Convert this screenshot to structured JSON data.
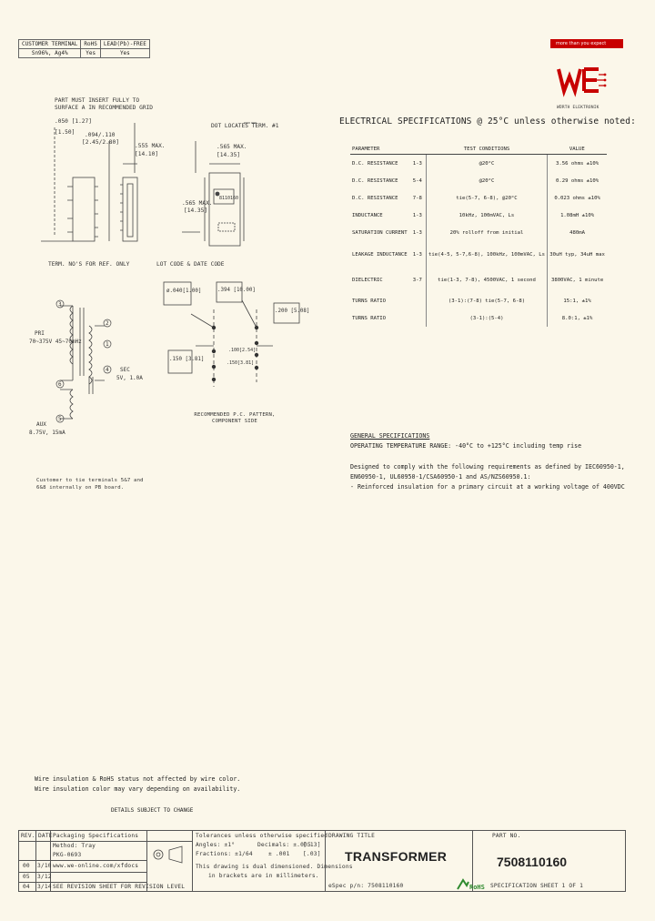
{
  "top_table": {
    "headers": [
      "CUSTOMER TERMINAL",
      "RoHS",
      "LEAD(Pb)-FREE"
    ],
    "values": [
      "Sn96%, Ag4%",
      "Yes",
      "Yes"
    ]
  },
  "brand": {
    "tagline": "more than you expect",
    "name": "WE",
    "subname": "WÜRTH ELEKTRONIK",
    "red": "#c80000"
  },
  "mech": {
    "note_insert": "PART MUST INSERT FULLY TO SURFACE A IN RECOMMENDED GRID",
    "dim_050": ".050 [1.27]",
    "dim_050b": "[1.50]",
    "dim_094": ".094/.110",
    "dim_094mm": "[2.45/2.80]",
    "dim_555": ".555 MAX.",
    "dim_555mm": "[14.10]",
    "dim_565": ".565 MAX.",
    "dim_565mm": "[14.35]",
    "dim_565b": ".565 MAX.",
    "dim_565bmm": "[14.35]",
    "dot_locates": "DOT LOCATES TERM. #1",
    "term_note": "TERM. NO'S FOR REF. ONLY",
    "lot_code": "LOT CODE & DATE CODE",
    "marking_pn": "8110160",
    "dim_g1": "ø.040[1.00]",
    "dim_g2": ".394 [10.00]",
    "dim_g3": ".200 [5.08]",
    "dim_g4": ".150 [3.81]",
    "dim_g5": ".100[2.54]",
    "dim_g6": ".150[3.81]",
    "grid_label": "RECOMMENDED P.C. PATTERN, COMPONENT SIDE"
  },
  "schematic": {
    "pri_label": "PRI",
    "pri_detail": "70~375V 45~70mHz",
    "sec_label": "SEC",
    "sec_detail": "5V, 1.0A",
    "aux_label": "AUX",
    "aux_detail": "8.75V, 15mA",
    "pins": [
      "3",
      "2",
      "1",
      "4",
      "6",
      "5"
    ],
    "customer_note": "Customer to tie terminals 5&7 and 6&8 internally on PB board."
  },
  "elec": {
    "title": "ELECTRICAL SPECIFICATIONS @ 25°C unless otherwise noted:",
    "headers": [
      "PARAMETER",
      "TEST CONDITIONS",
      "VALUE"
    ],
    "rows": [
      {
        "param": "D.C. RESISTANCE",
        "pins": "1-3",
        "cond": "@20°C",
        "value": "3.56 ohms ±10%"
      },
      {
        "param": "D.C. RESISTANCE",
        "pins": "5-4",
        "cond": "@20°C",
        "value": "0.29 ohms ±10%"
      },
      {
        "param": "D.C. RESISTANCE",
        "pins": "7-8",
        "cond": "tie(5-7, 6-8), @20°C",
        "value": "0.023 ohms ±10%"
      },
      {
        "param": "INDUCTANCE",
        "pins": "1-3",
        "cond": "10kHz, 100mVAC, Ls",
        "value": "1.08mH ±10%"
      },
      {
        "param": "SATURATION CURRENT",
        "pins": "1-3",
        "cond": "20% rolloff from initial",
        "value": "480mA"
      },
      {
        "param": "LEAKAGE INDUCTANCE",
        "pins": "1-3",
        "cond": "tie(4-5, 5-7,6-8), 100kHz, 100mVAC, Ls",
        "value": "30uH typ, 34uH max"
      },
      {
        "param": "DIELECTRIC",
        "pins": "3-7",
        "cond": "tie(1-3, 7-8), 4500VAC, 1 second",
        "value": "3800VAC, 1 minute"
      },
      {
        "param": "TURNS RATIO",
        "pins": "",
        "cond": "(3-1):(7-8) tie(5-7, 6-8)",
        "value": "15:1, ±1%"
      },
      {
        "param": "TURNS RATIO",
        "pins": "",
        "cond": "(3-1):(5-4)",
        "value": "8.0:1, ±1%"
      }
    ]
  },
  "general": {
    "heading": "GENERAL SPECIFICATIONS",
    "operating": "OPERATING TEMPERATURE RANGE: -40°C to +125°C including temp rise",
    "designed1": "Designed to comply with the following requirements as defined by IEC60950-1,",
    "designed2": "EN60950-1, UL60950-1/CSA60950-1 and AS/NZS60950.1:",
    "designed3": "- Reinforced insulation for a primary circuit at a working voltage of 400VDC"
  },
  "notes": {
    "line1": "Wire insulation & RoHS status not affected by wire color.",
    "line2": "Wire insulation color may vary depending on availability.",
    "details": "DETAILS SUBJECT TO CHANGE"
  },
  "title_block": {
    "rev_header": "REV.",
    "date_header": "DATE",
    "packaging_title": "Packaging Specifications",
    "packaging_method": "Method: Tray",
    "packaging_num": "PKG-0693",
    "website": "www.we-online.com/xfdocs",
    "revs": [
      {
        "rev": "00",
        "date": "3/10"
      },
      {
        "rev": "05",
        "date": "3/12"
      },
      {
        "rev": "04",
        "date": "3/14"
      }
    ],
    "revision_note": "SEE REVISION SHEET FOR REVISION LEVEL",
    "tol_title": "Tolerances unless otherwise specified",
    "tol_angles": "Angles: ±1°",
    "tol_fractions": "Fractions: ±1/64",
    "tol_dec1": "Decimals: ±.005",
    "tol_dec1mm": "[.13]",
    "tol_dec2": "± .001",
    "tol_dec2mm": "[.03]",
    "dual_dim": "This drawing is dual dimensioned. Dimensions",
    "dual_dim2": "in brackets are in millimeters.",
    "drawing_title_label": "DRAWING TITLE",
    "drawing_title": "TRANSFORMER",
    "part_label": "PART NO.",
    "part_number": "7508110160",
    "spec_pn": "eSpec p/n: 7508110160",
    "sheet": "SPECIFICATION SHEET 1 OF 1"
  }
}
